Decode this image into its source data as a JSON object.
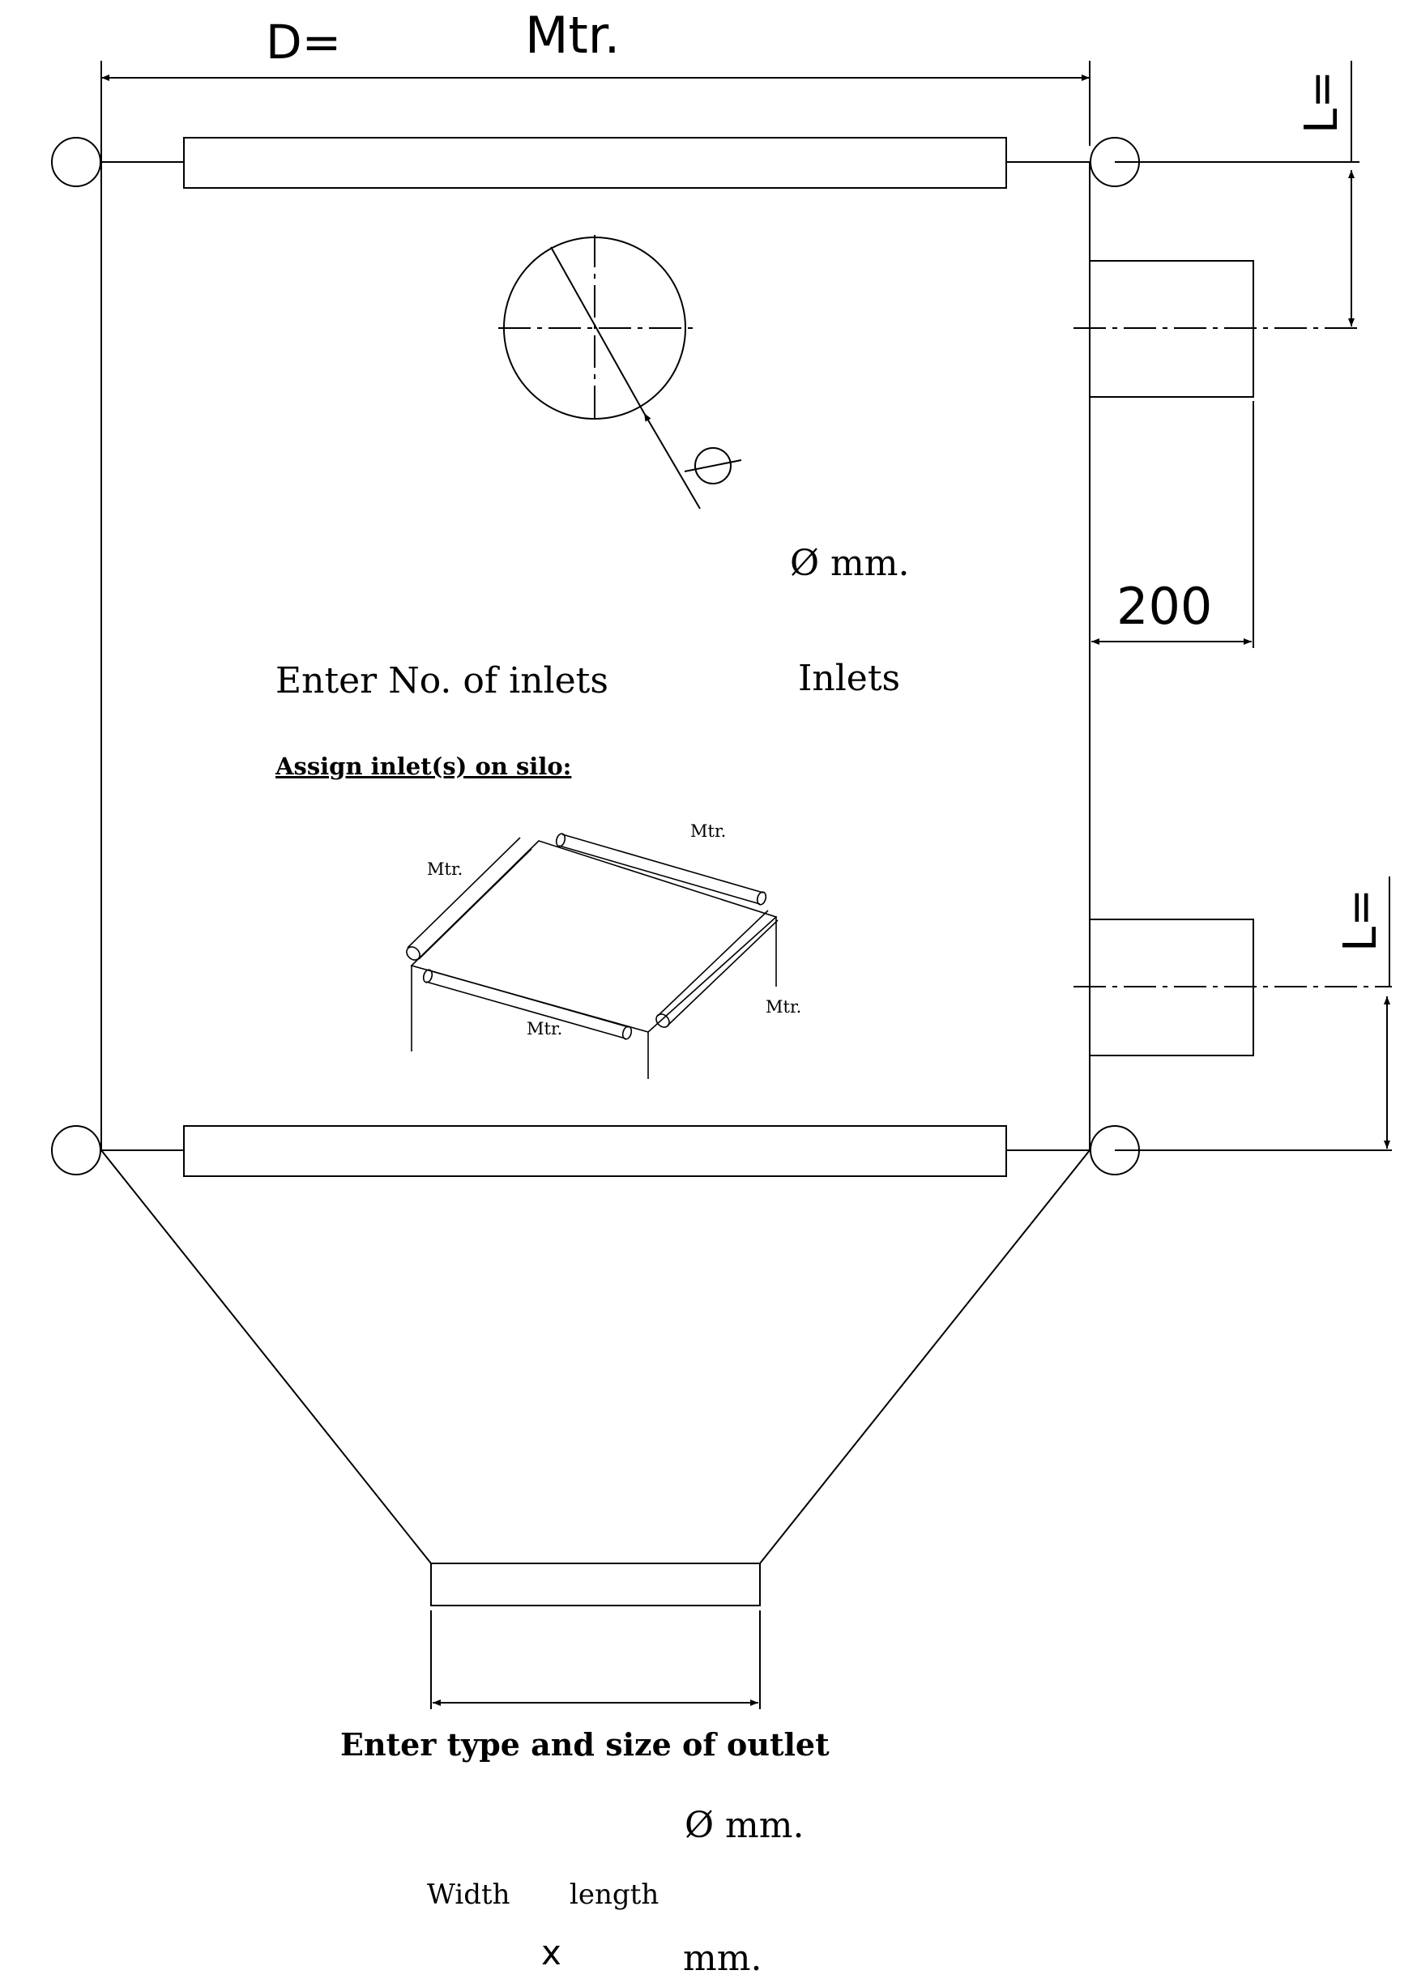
{
  "labels": {
    "diameter_prefix": "D=",
    "diameter_unit": "Mtr.",
    "l_top": "L=",
    "l_bottom": "L=",
    "spacing_value": "200",
    "inlet_diameter": "Ø mm.",
    "enter_inlets": "Enter No. of inlets",
    "inlets_unit": "Inlets",
    "assign_inlets": "Assign inlet(s) on silo:",
    "iso_mtr_left": "Mtr.",
    "iso_mtr_top": "Mtr.",
    "iso_mtr_right": "Mtr.",
    "iso_mtr_bottom": "Mtr.",
    "outlet_title": "Enter type and size of outlet",
    "outlet_diameter": "Ø mm.",
    "width_label": "Width",
    "length_label": "length",
    "times_sign": "x",
    "outlet_mm": "mm."
  },
  "colors": {
    "line": "#000000",
    "background": "#ffffff"
  }
}
